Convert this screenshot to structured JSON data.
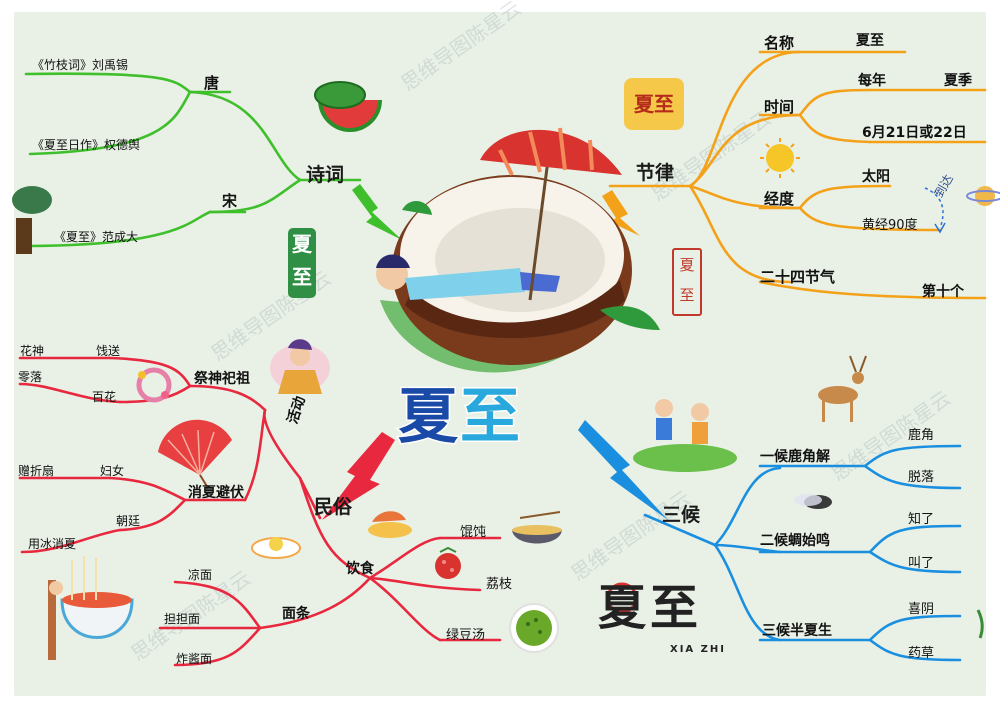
{
  "center": {
    "char1": "夏",
    "char2": "至"
  },
  "watermark": "思维导图陈星云",
  "stamps": {
    "green_seal": "夏至",
    "orange_badge": "夏至",
    "red_seal": "夏至",
    "big_logo": "夏至",
    "big_logo_pinyin": "XIA ZHI"
  },
  "branches": {
    "poetry": {
      "label": "诗词",
      "color": "#3fbf2b",
      "tang": {
        "label": "唐",
        "items": [
          "《竹枝词》刘禹锡",
          "《夏至日作》权德舆"
        ]
      },
      "song": {
        "label": "宋",
        "items": [
          "《夏至》范成大"
        ]
      }
    },
    "festival": {
      "label": "节律",
      "color": "#f4a11a",
      "name": {
        "label": "名称",
        "value": "夏至"
      },
      "time": {
        "label": "时间",
        "annual": "每年",
        "season": "夏季",
        "date": "6月21日或22日"
      },
      "longitude": {
        "label": "经度",
        "sun": "太阳",
        "arrive": "到达",
        "ecliptic": "黄经90度"
      },
      "solar_terms": {
        "label": "二十四节气",
        "value": "第十个"
      }
    },
    "folk": {
      "label": "民俗",
      "color": "#e8283e",
      "activities": {
        "label": "活动",
        "worship": {
          "label": "祭神祀祖",
          "flowers": "百花",
          "send": "饯送",
          "god": "花神",
          "fall": "零落"
        },
        "cooling": {
          "label": "消夏避伏",
          "women": "妇女",
          "fan": "赠折扇",
          "court": "朝廷",
          "ice": "用冰消夏"
        }
      },
      "food": {
        "label": "饮食",
        "items": [
          "馄饨",
          "荔枝",
          "绿豆汤"
        ],
        "noodles": {
          "label": "面条",
          "items": [
            "凉面",
            "担担面",
            "炸酱面"
          ]
        }
      }
    },
    "pentads": {
      "label": "三候",
      "color": "#1a8fe0",
      "first": {
        "label": "一候鹿角解",
        "items": [
          "鹿角",
          "脱落"
        ]
      },
      "second": {
        "label": "二候蜩始鸣",
        "items": [
          "知了",
          "叫了"
        ]
      },
      "third": {
        "label": "三候半夏生",
        "items": [
          "喜阴",
          "药草"
        ]
      }
    }
  }
}
